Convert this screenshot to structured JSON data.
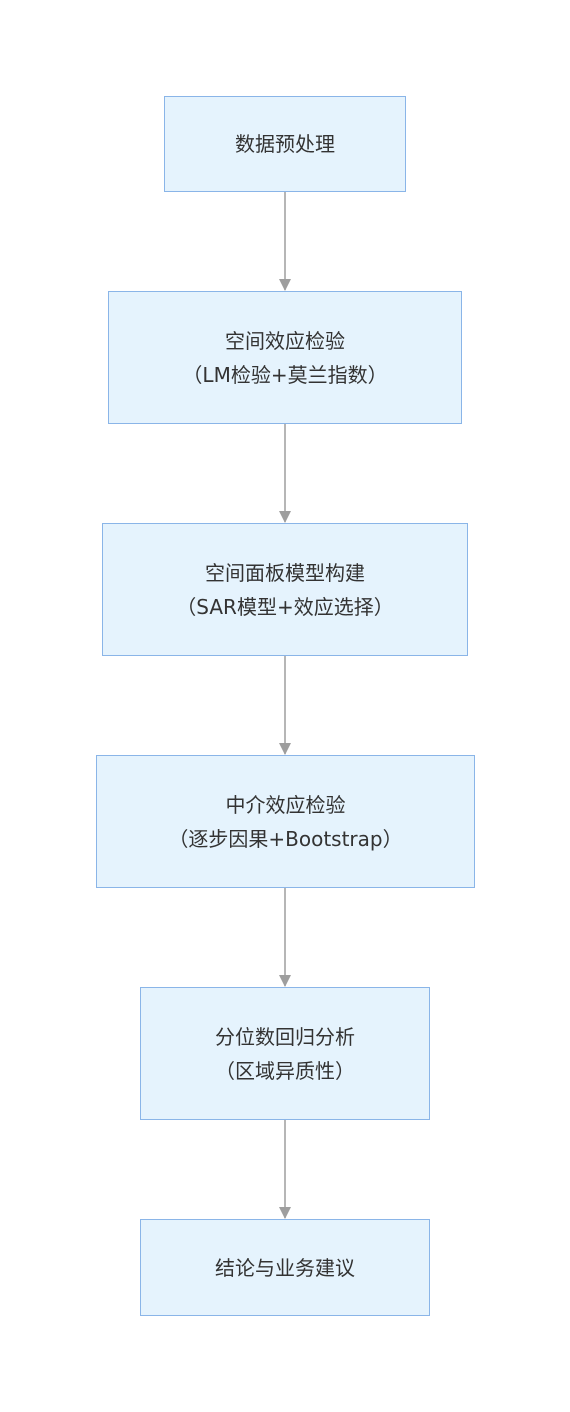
{
  "diagram": {
    "nodes": [
      {
        "id": "preprocess",
        "lines": [
          "数据预处理"
        ]
      },
      {
        "id": "spatial-test",
        "lines": [
          "空间效应检验",
          "（LM检验+莫兰指数）"
        ]
      },
      {
        "id": "panel-model",
        "lines": [
          "空间面板模型构建",
          "（SAR模型+效应选择）"
        ]
      },
      {
        "id": "mediation-test",
        "lines": [
          "中介效应检验",
          "（逐步因果+Bootstrap）"
        ]
      },
      {
        "id": "quantile-regression",
        "lines": [
          "分位数回归分析",
          "（区域异质性）"
        ]
      },
      {
        "id": "conclusion",
        "lines": [
          "结论与业务建议"
        ]
      }
    ],
    "edges": [
      {
        "from": "preprocess",
        "to": "spatial-test"
      },
      {
        "from": "spatial-test",
        "to": "panel-model"
      },
      {
        "from": "panel-model",
        "to": "mediation-test"
      },
      {
        "from": "mediation-test",
        "to": "quantile-regression"
      },
      {
        "from": "quantile-regression",
        "to": "conclusion"
      }
    ],
    "colors": {
      "node_fill": "#e5f3fd",
      "node_border": "#8ab5e8",
      "edge": "#9e9e9e",
      "text": "#333333"
    }
  }
}
